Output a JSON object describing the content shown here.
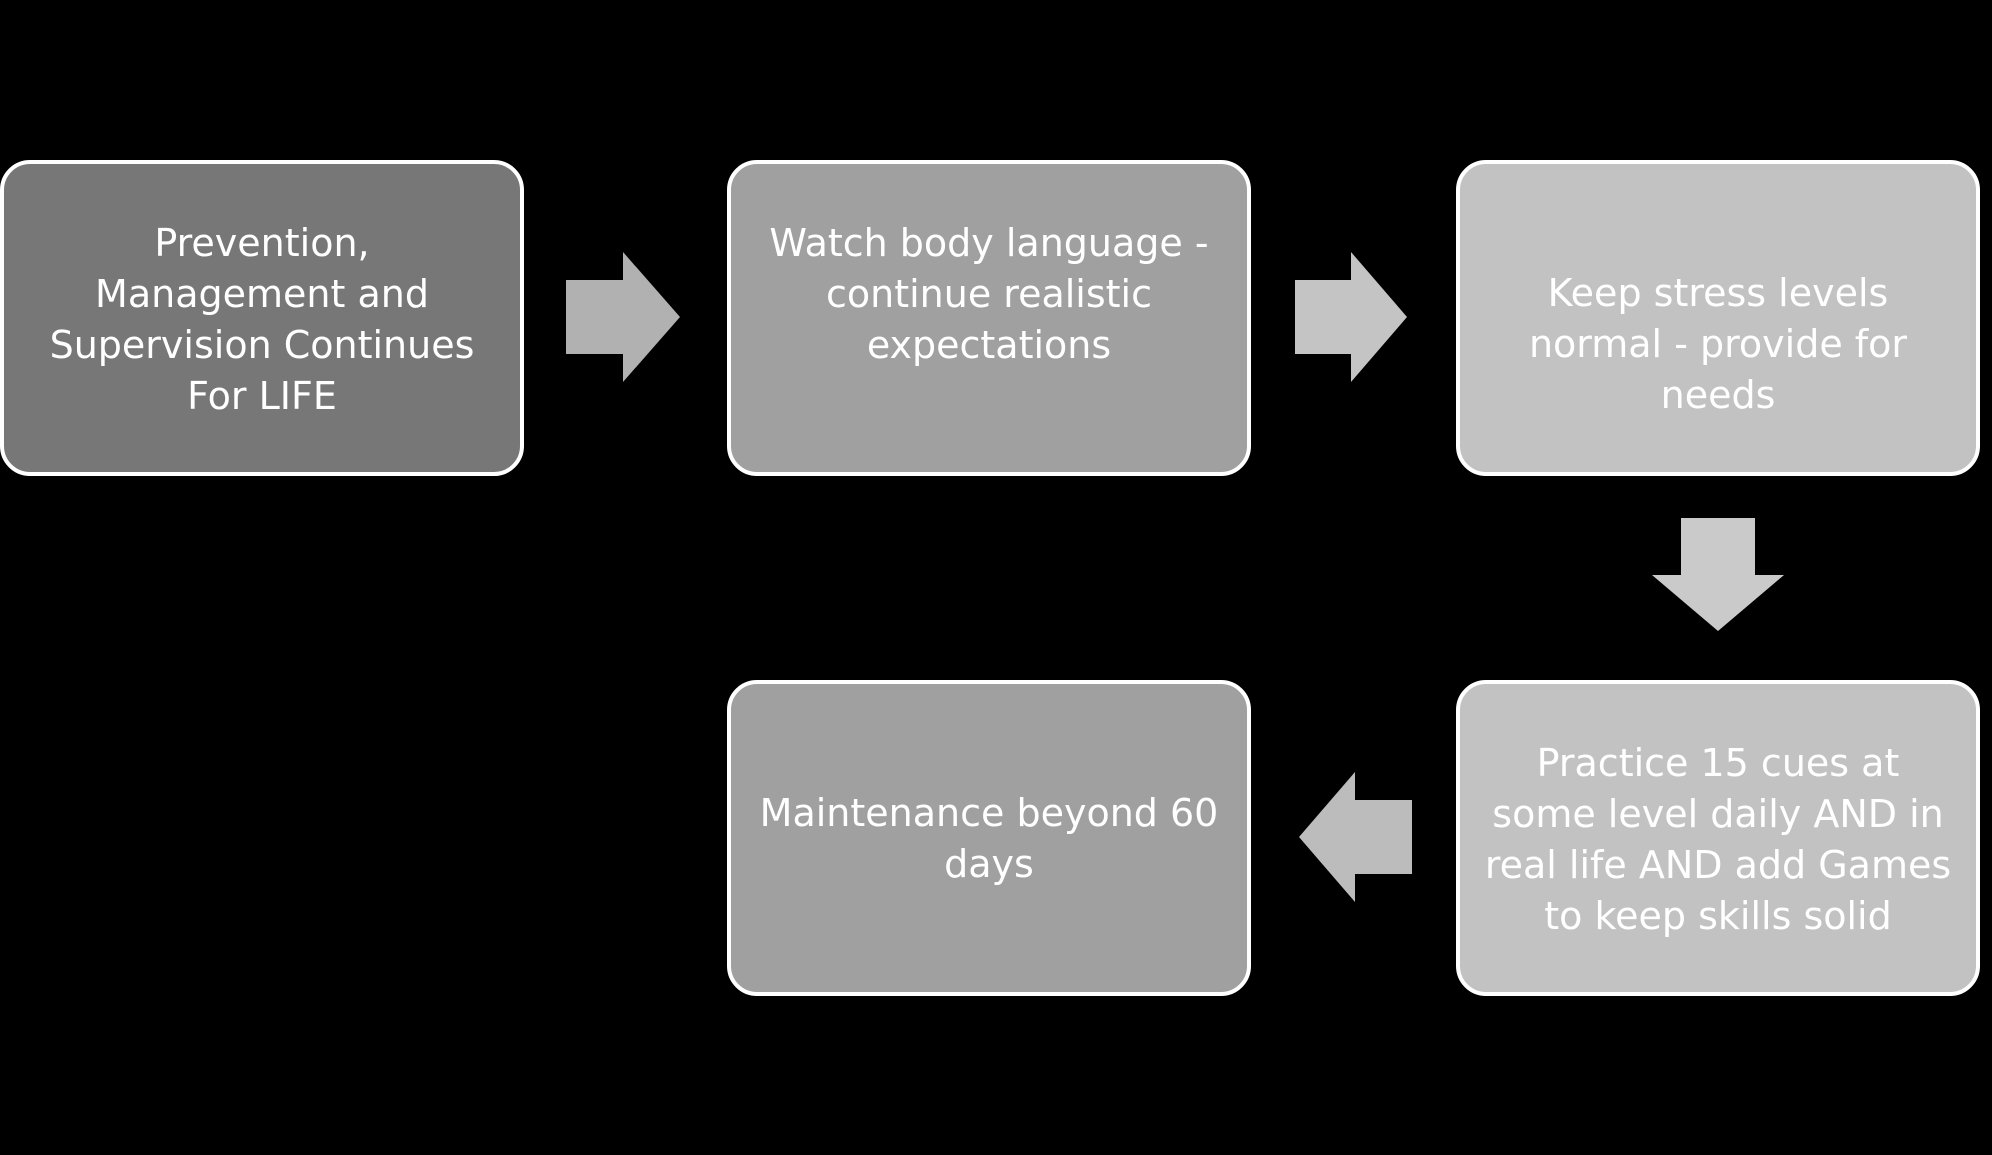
{
  "diagram": {
    "steps": [
      {
        "label": "Prevention, Management and Supervision Continues For LIFE",
        "color": "#777777"
      },
      {
        "label": "Watch body language - continue realistic expectations",
        "color": "#a0a0a0"
      },
      {
        "label": "Keep stress levels normal - provide for needs",
        "color": "#c2c2c2"
      },
      {
        "label": "Practice 15 cues at some level daily AND in real life AND add Games to keep skills solid",
        "color": "#c2c2c2"
      },
      {
        "label": "Maintenance beyond 60 days",
        "color": "#a0a0a0"
      }
    ],
    "arrow_colors": {
      "step1_to_step2": "#b1b1b1",
      "step2_to_step3": "#c4c4c4",
      "step3_to_step4": "#cacaca",
      "step4_to_step5": "#bcbcbc"
    },
    "background_color": "#000000",
    "border_color": "#ffffff",
    "text_color": "#ffffff"
  }
}
